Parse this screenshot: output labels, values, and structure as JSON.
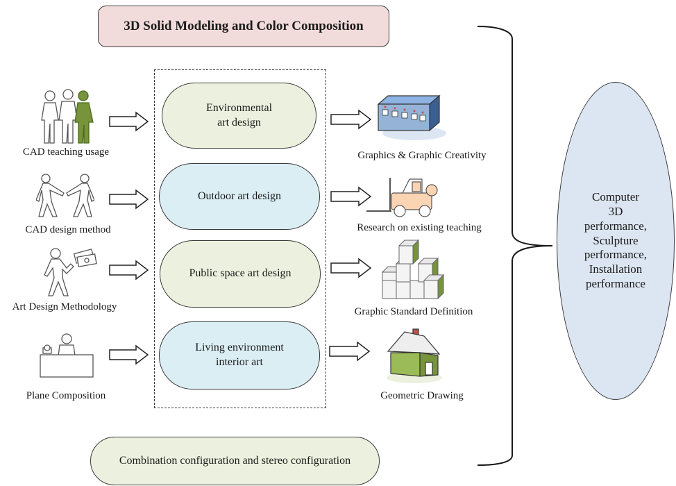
{
  "title": "3D Solid Modeling and Color Composition",
  "left_items": [
    {
      "label": "CAD teaching usage",
      "icon": "people-group-icon"
    },
    {
      "label": "CAD design method",
      "icon": "handshake-icon"
    },
    {
      "label": "Art Design Methodology",
      "icon": "person-with-money-icon"
    },
    {
      "label": "Plane Composition",
      "icon": "person-at-desk-icon"
    }
  ],
  "center_items": [
    {
      "line1": "Environmental",
      "line2": "art design",
      "color": "#ebf1de"
    },
    {
      "line1": "Outdoor art design",
      "line2": "",
      "color": "#dbeef4"
    },
    {
      "line1": "Public space art design",
      "line2": "",
      "color": "#ebf1de"
    },
    {
      "line1": "Living environment",
      "line2": "interior art",
      "color": "#dbeef4"
    }
  ],
  "right_items": [
    {
      "label": "Graphics & Graphic Creativity",
      "icon": "server-rack-icon"
    },
    {
      "label": "Research on existing teaching",
      "icon": "forklift-icon"
    },
    {
      "label": "Graphic Standard Definition",
      "icon": "stacked-boxes-icon"
    },
    {
      "label": "Geometric Drawing",
      "icon": "house-icon"
    }
  ],
  "bottom": "Combination configuration and stereo configuration",
  "outcome": {
    "lines": [
      "Computer",
      "3D",
      "performance,",
      "Sculpture",
      "performance,",
      "Installation",
      "performance"
    ]
  },
  "colors": {
    "title_bg": "#f2dcdb",
    "green_bg": "#ebf1de",
    "blue_bg": "#dbeef4",
    "ellipse_bg": "#dce6f2"
  }
}
